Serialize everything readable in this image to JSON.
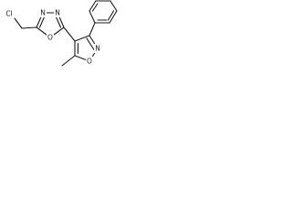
{
  "molecule": {
    "atoms": {
      "chlorine": "Cl",
      "oxadiazole_n3": "N",
      "oxadiazole_n4": "N",
      "oxadiazole_o1": "O",
      "isoxazole_n": "N",
      "isoxazole_o": "O"
    },
    "colors": {
      "bond": "#1a1a1a",
      "label": "#1a1a1a",
      "background": "#ffffff"
    }
  }
}
